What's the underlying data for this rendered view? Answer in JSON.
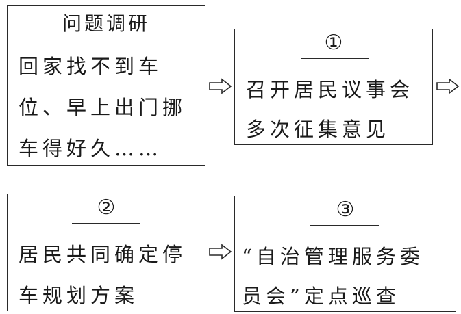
{
  "box1": {
    "title": "问题调研",
    "lines": [
      "回家找不到车",
      "位、早上出门挪",
      "车得好久……"
    ]
  },
  "box2": {
    "marker": "①",
    "lines": [
      "召开居民议事会",
      "多次征集意见"
    ]
  },
  "box3": {
    "marker": "②",
    "lines": [
      "居民共同确定停",
      "车规划方案"
    ]
  },
  "box4": {
    "marker": "③",
    "lines": [
      "“自治管理服务委",
      "员会”定点巡查"
    ]
  },
  "colors": {
    "stroke": "#2a2a2a",
    "text": "#1a1a1a"
  }
}
